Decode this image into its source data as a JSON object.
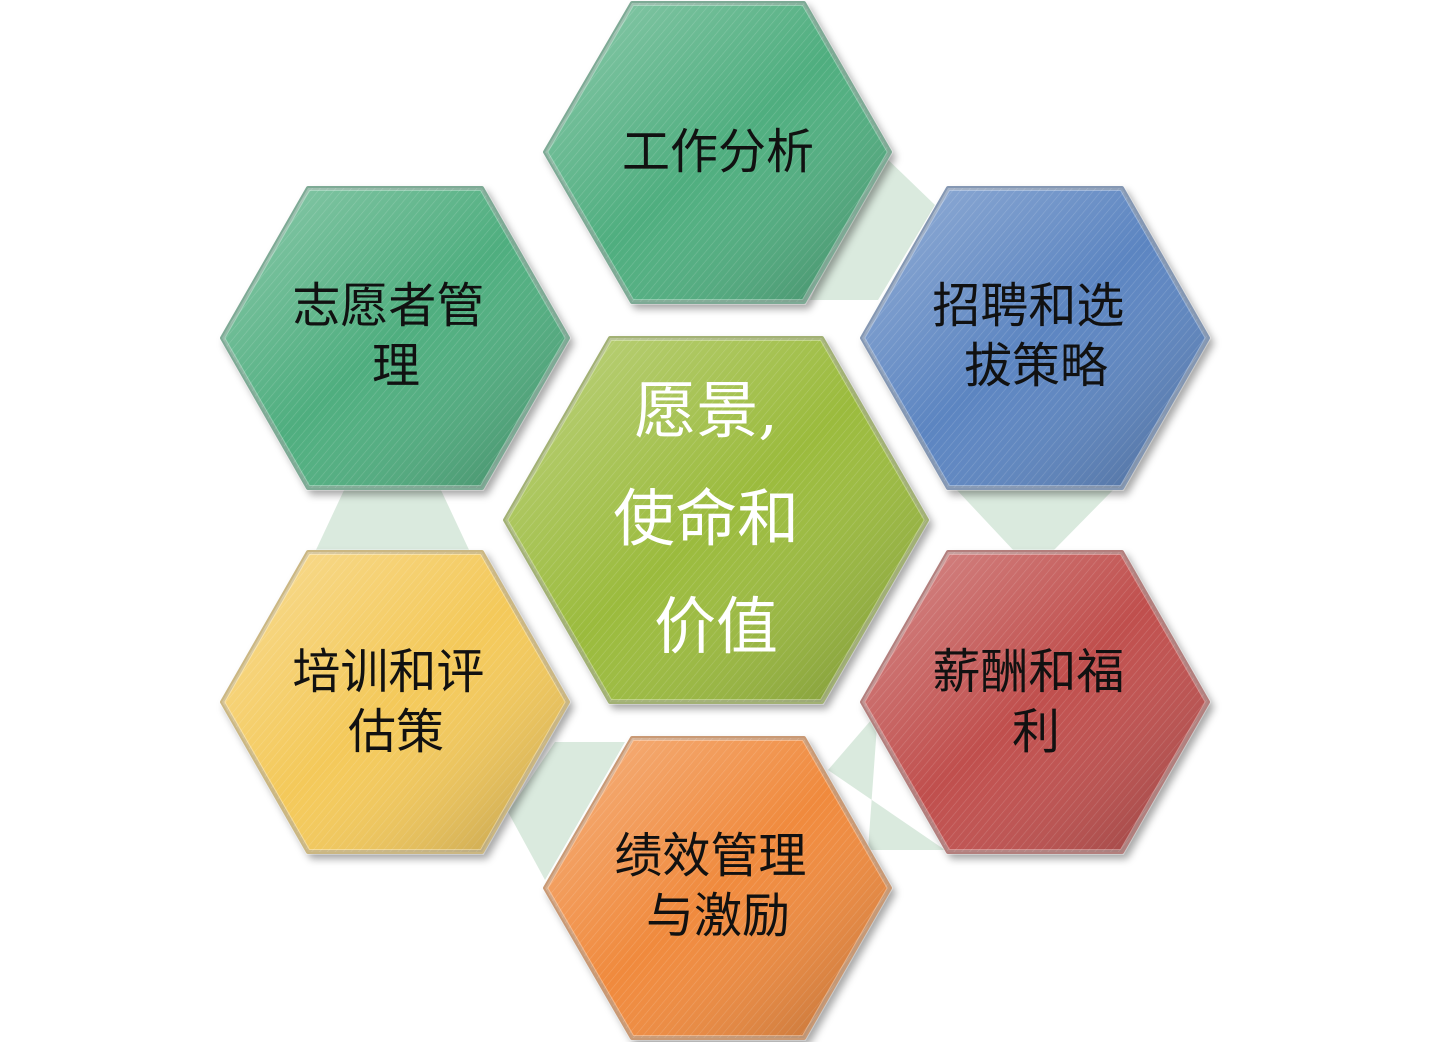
{
  "center": {
    "lines": [
      "愿景,",
      "使命和",
      "价值"
    ],
    "color": "#9bbb3c"
  },
  "hexagons": [
    {
      "id": "job-analysis",
      "lines": [
        "工作分析"
      ],
      "color": "#4fae7f"
    },
    {
      "id": "recruitment-selection",
      "lines": [
        "招聘和选",
        "拔策略"
      ],
      "color": "#5b85c1"
    },
    {
      "id": "compensation-benefits",
      "lines": [
        "薪酬和福",
        "利"
      ],
      "color": "#c0504d"
    },
    {
      "id": "performance-incentive",
      "lines": [
        "绩效管理",
        "与激励"
      ],
      "color": "#f08a3c"
    },
    {
      "id": "training-evaluation",
      "lines": [
        "培训和评",
        "估策"
      ],
      "color": "#f4c95a"
    },
    {
      "id": "volunteer-management",
      "lines": [
        "志愿者管",
        "理"
      ],
      "color": "#4fae7f"
    }
  ],
  "connector_color": "#d3e6d8"
}
